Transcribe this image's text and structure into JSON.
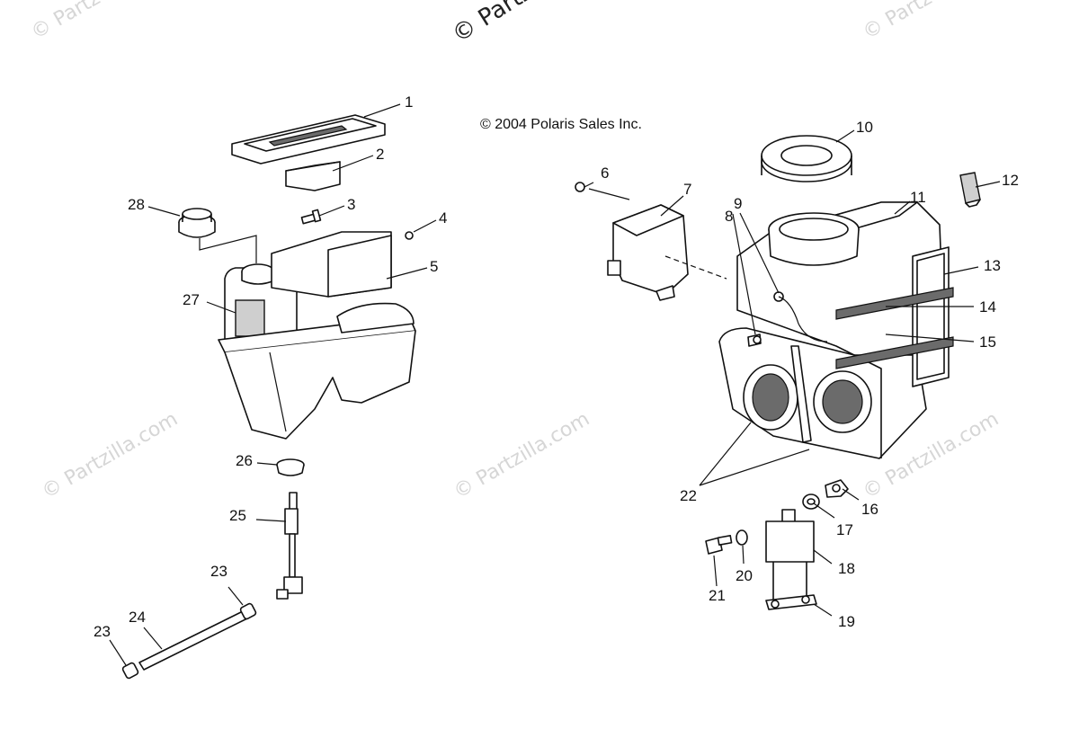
{
  "copyright": "© 2004 Polaris Sales Inc.",
  "watermarks": {
    "top_center": "© Partzilla",
    "top_left": "© Partz",
    "top_right": "© Partz",
    "mid_left": "© Partzilla.com",
    "mid_center": "© Partzilla.com",
    "mid_right": "© Partzilla.com"
  },
  "callouts": [
    "1",
    "2",
    "3",
    "4",
    "5",
    "6",
    "7",
    "8",
    "9",
    "10",
    "11",
    "12",
    "13",
    "14",
    "15",
    "16",
    "17",
    "18",
    "19",
    "20",
    "21",
    "22",
    "23",
    "24",
    "25",
    "26",
    "27",
    "28",
    "23"
  ]
}
